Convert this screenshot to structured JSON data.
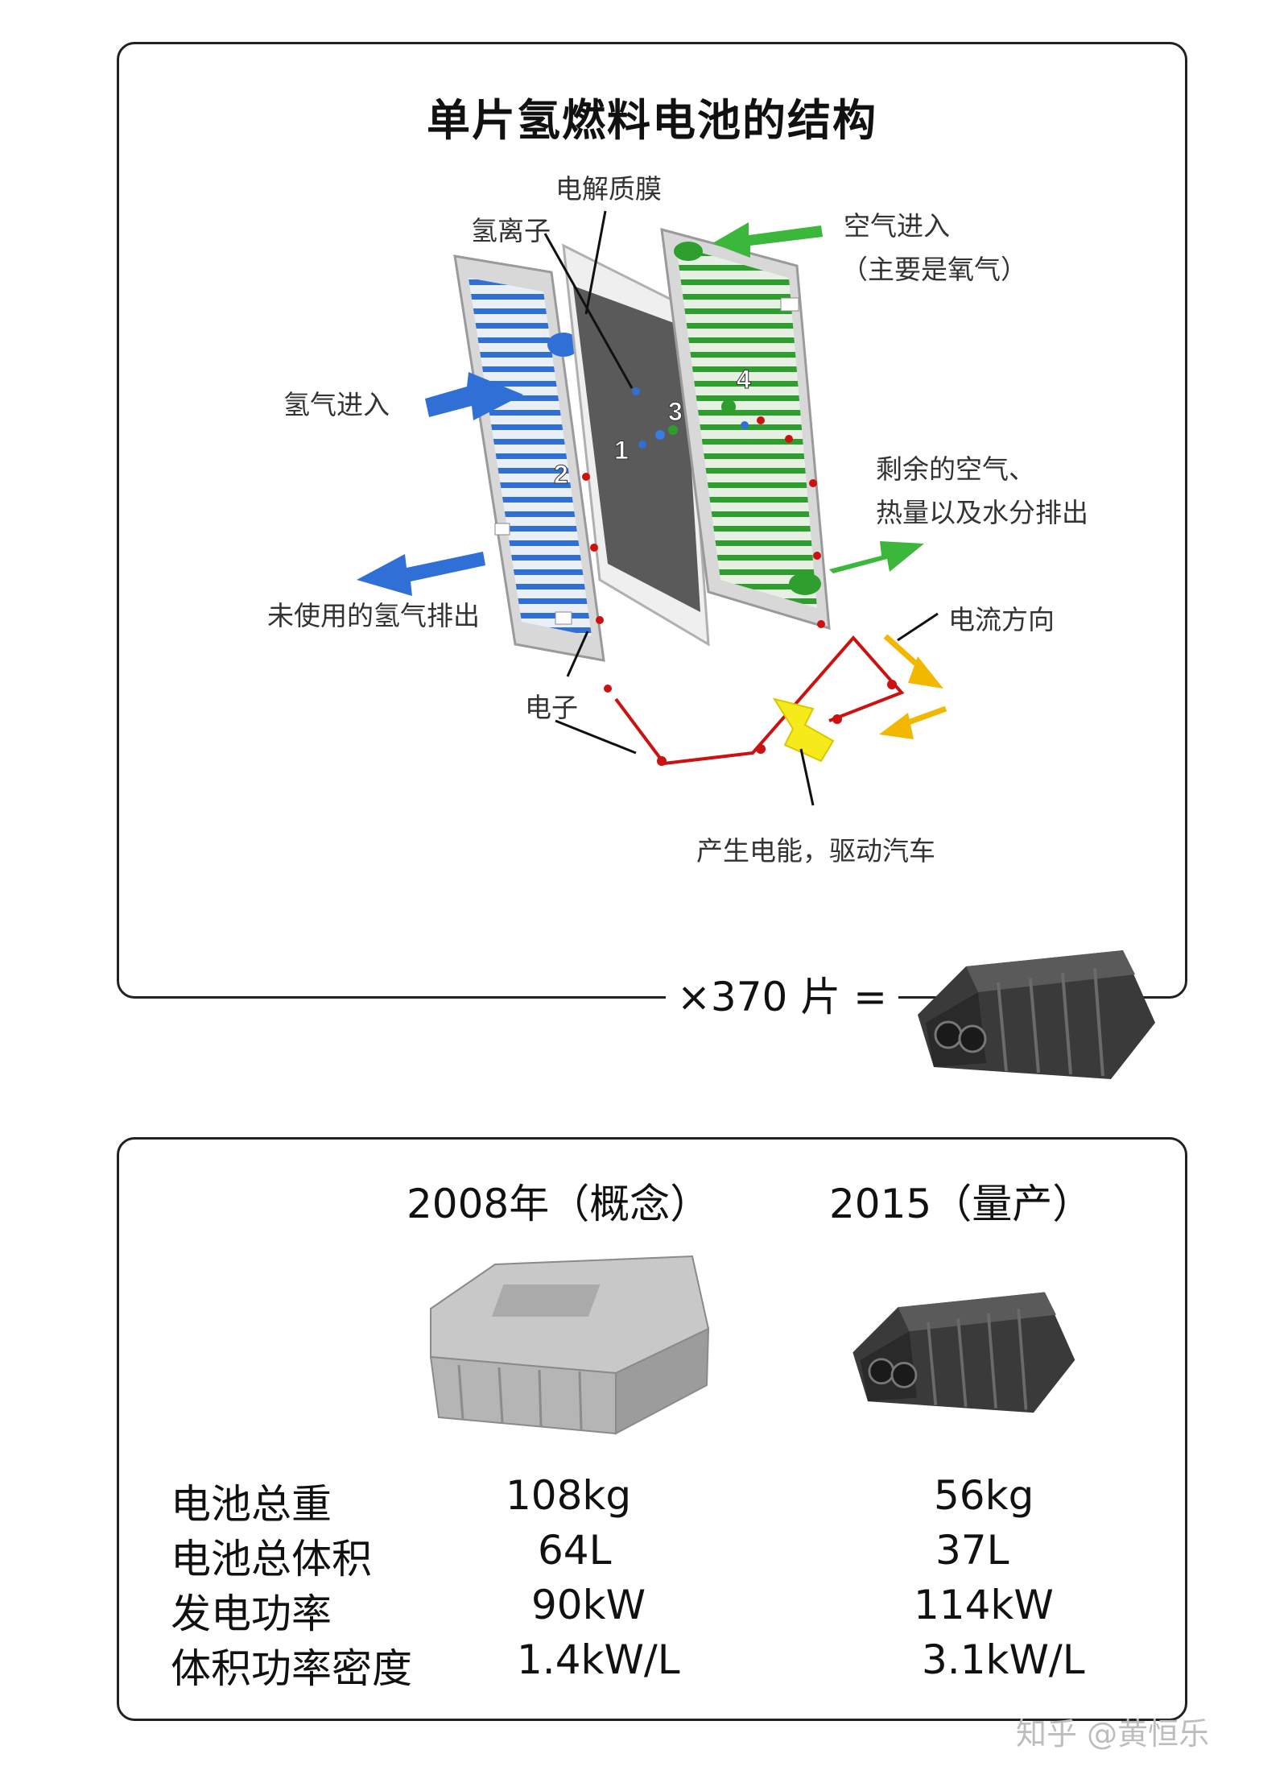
{
  "title": "单片氢燃料电池的结构",
  "labels": {
    "membrane": "电解质膜",
    "hydrogen_ion": "氢离子",
    "air_in": "空气进入",
    "air_in_note": "（主要是氧气）",
    "hydrogen_in": "氢气进入",
    "exhaust_1": "剩余的空气、",
    "exhaust_2": "热量以及水分排出",
    "unused_hydrogen": "未使用的氢气排出",
    "current_direction": "电流方向",
    "electron": "电子",
    "power": "产生电能，驱动汽车"
  },
  "markers": [
    "1",
    "2",
    "3",
    "4"
  ],
  "stack_equation": "×370 片 =",
  "comparison": {
    "headers": [
      "2008年（概念）",
      "2015（量产）"
    ],
    "rows": [
      {
        "label": "电池总重",
        "v2008": "108kg",
        "v2015": "56kg"
      },
      {
        "label": "电池总体积",
        "v2008": "64L",
        "v2015": "37L"
      },
      {
        "label": "发电功率",
        "v2008": "90kW",
        "v2015": "114kW"
      },
      {
        "label": "体积功率密度",
        "v2008": "1.4kW/L",
        "v2015": "3.1kW/L"
      }
    ]
  },
  "watermark": "知乎 @黄恒乐",
  "colors": {
    "hydrogen_blue": "#2f6fd6",
    "air_green": "#2e9e2e",
    "circuit_red": "#cc1111",
    "current_yellow": "#f2b800",
    "membrane_gray": "#5a5a5a"
  }
}
